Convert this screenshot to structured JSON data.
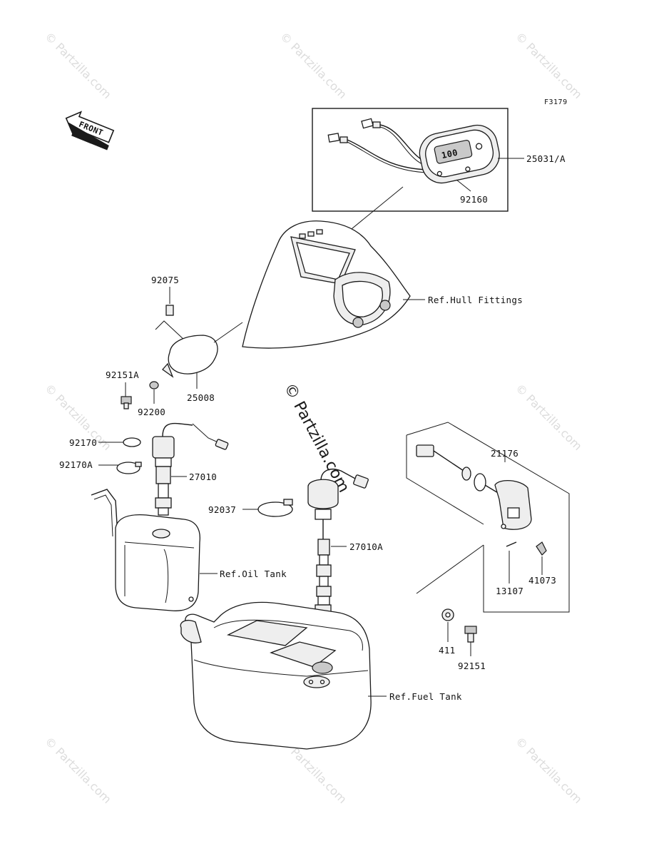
{
  "diagram_code": "F3179",
  "front_label": "FRONT",
  "watermark": {
    "center": "© Partzilla.com",
    "tile": "© Partzilla.com"
  },
  "parts": {
    "p25031A": "25031/A",
    "p92160": "92160",
    "p92075": "92075",
    "p92151A": "92151A",
    "p25008": "25008",
    "p92200": "92200",
    "p92170": "92170",
    "p92170A": "92170A",
    "p27010": "27010",
    "p92037": "92037",
    "p27010A": "27010A",
    "p21176": "21176",
    "p41073": "41073",
    "p13107": "13107",
    "p411": "411",
    "p92151": "92151"
  },
  "references": {
    "hull": "Ref.Hull Fittings",
    "oil": "Ref.Oil Tank",
    "fuel": "Ref.Fuel Tank"
  },
  "gauge_readout": "100"
}
